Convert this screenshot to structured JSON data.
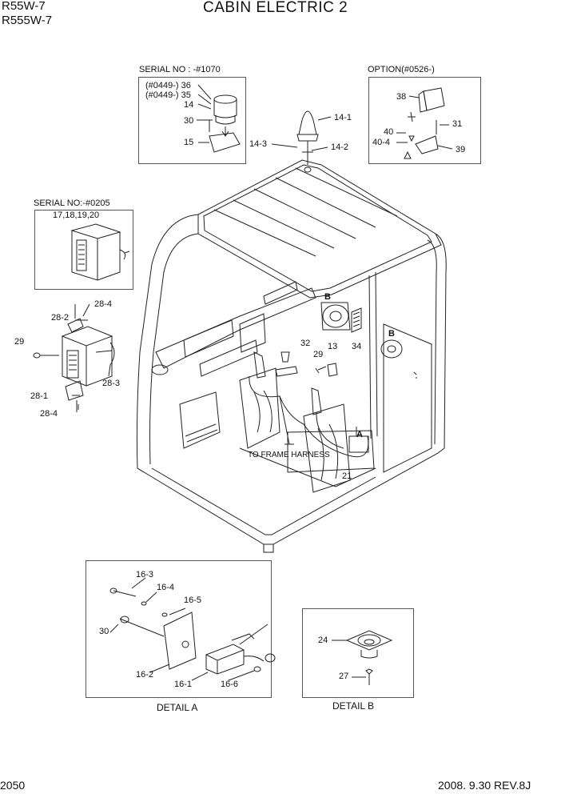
{
  "header": {
    "model_line1": "R55W-7",
    "model_line2": "R555W-7",
    "title": "CABIN ELECTRIC 2"
  },
  "footer": {
    "page_number": "2050",
    "date_rev": "2008. 9.30  REV.8J"
  },
  "inset_beacon": {
    "heading": "SERIAL NO : -#1070",
    "labels": [
      "(#0449-) 36",
      "(#0449-) 35",
      "14",
      "30",
      "15"
    ]
  },
  "inset_option": {
    "heading": "OPTION(#0526-)",
    "labels": [
      "38",
      "40",
      "40-4",
      "31",
      "39"
    ]
  },
  "inset_radio_old": {
    "heading": "SERIAL NO:-#0205",
    "labels": [
      "17,18,19,20"
    ]
  },
  "main_labels": {
    "l14_1": "14-1",
    "l14_3": "14-3",
    "l14_2": "14-2",
    "l28_4a": "28-4",
    "l28_2": "28-2",
    "l29a": "29",
    "l28_3": "28-3",
    "l28_1": "28-1",
    "l28_4b": "28-4",
    "l32": "32",
    "l29b": "29",
    "l13": "13",
    "l34": "34",
    "lB1": "B",
    "lB2": "B",
    "lA": "A",
    "harness": "TO FRAME HARNESS",
    "l21": "21"
  },
  "detail_a": {
    "caption": "DETAIL A",
    "labels": [
      "16-3",
      "16-4",
      "16-5",
      "30",
      "16-2",
      "16-1",
      "16-6"
    ]
  },
  "detail_b": {
    "caption": "DETAIL B",
    "labels": [
      "24",
      "27"
    ]
  }
}
